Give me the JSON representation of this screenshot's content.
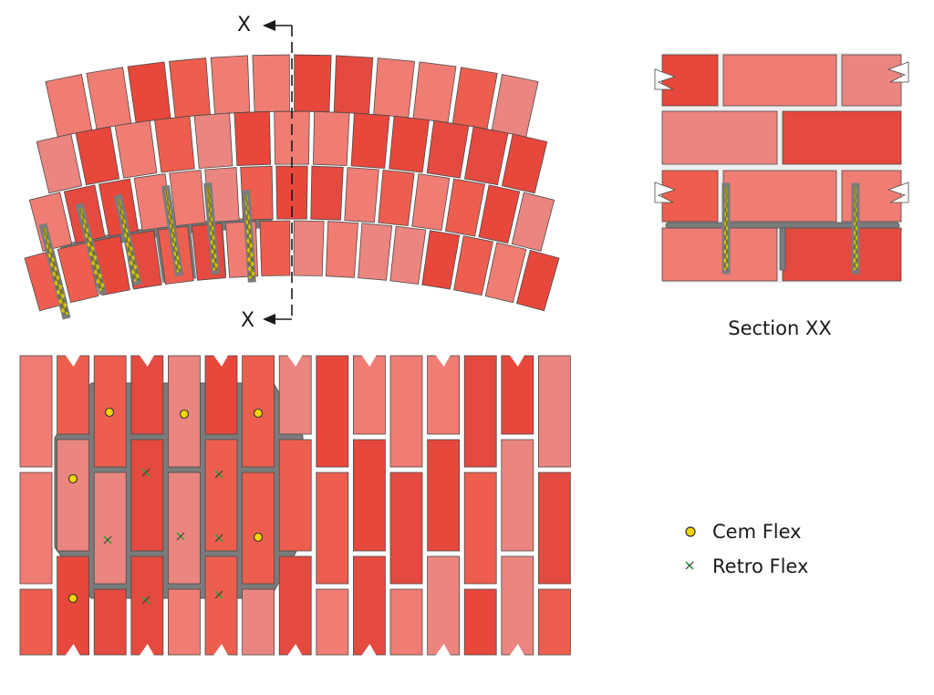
{
  "section_marks": {
    "top": "X",
    "bottom": "X"
  },
  "section_title": "Section XX",
  "legend": {
    "cem_flex": "Cem Flex",
    "retro_flex": "Retro Flex"
  },
  "colors": {
    "brick_palette": [
      "#e8473c",
      "#ed5e4f",
      "#f07d74",
      "#eb8580",
      "#e44a40"
    ],
    "mortar": "#eeeeee",
    "grout": "#7b7b7b",
    "outline": "#4a4a4a",
    "cem_flex": "#f2d400",
    "retro_flex": "#3e9e3e",
    "twist": "#d7c400"
  }
}
